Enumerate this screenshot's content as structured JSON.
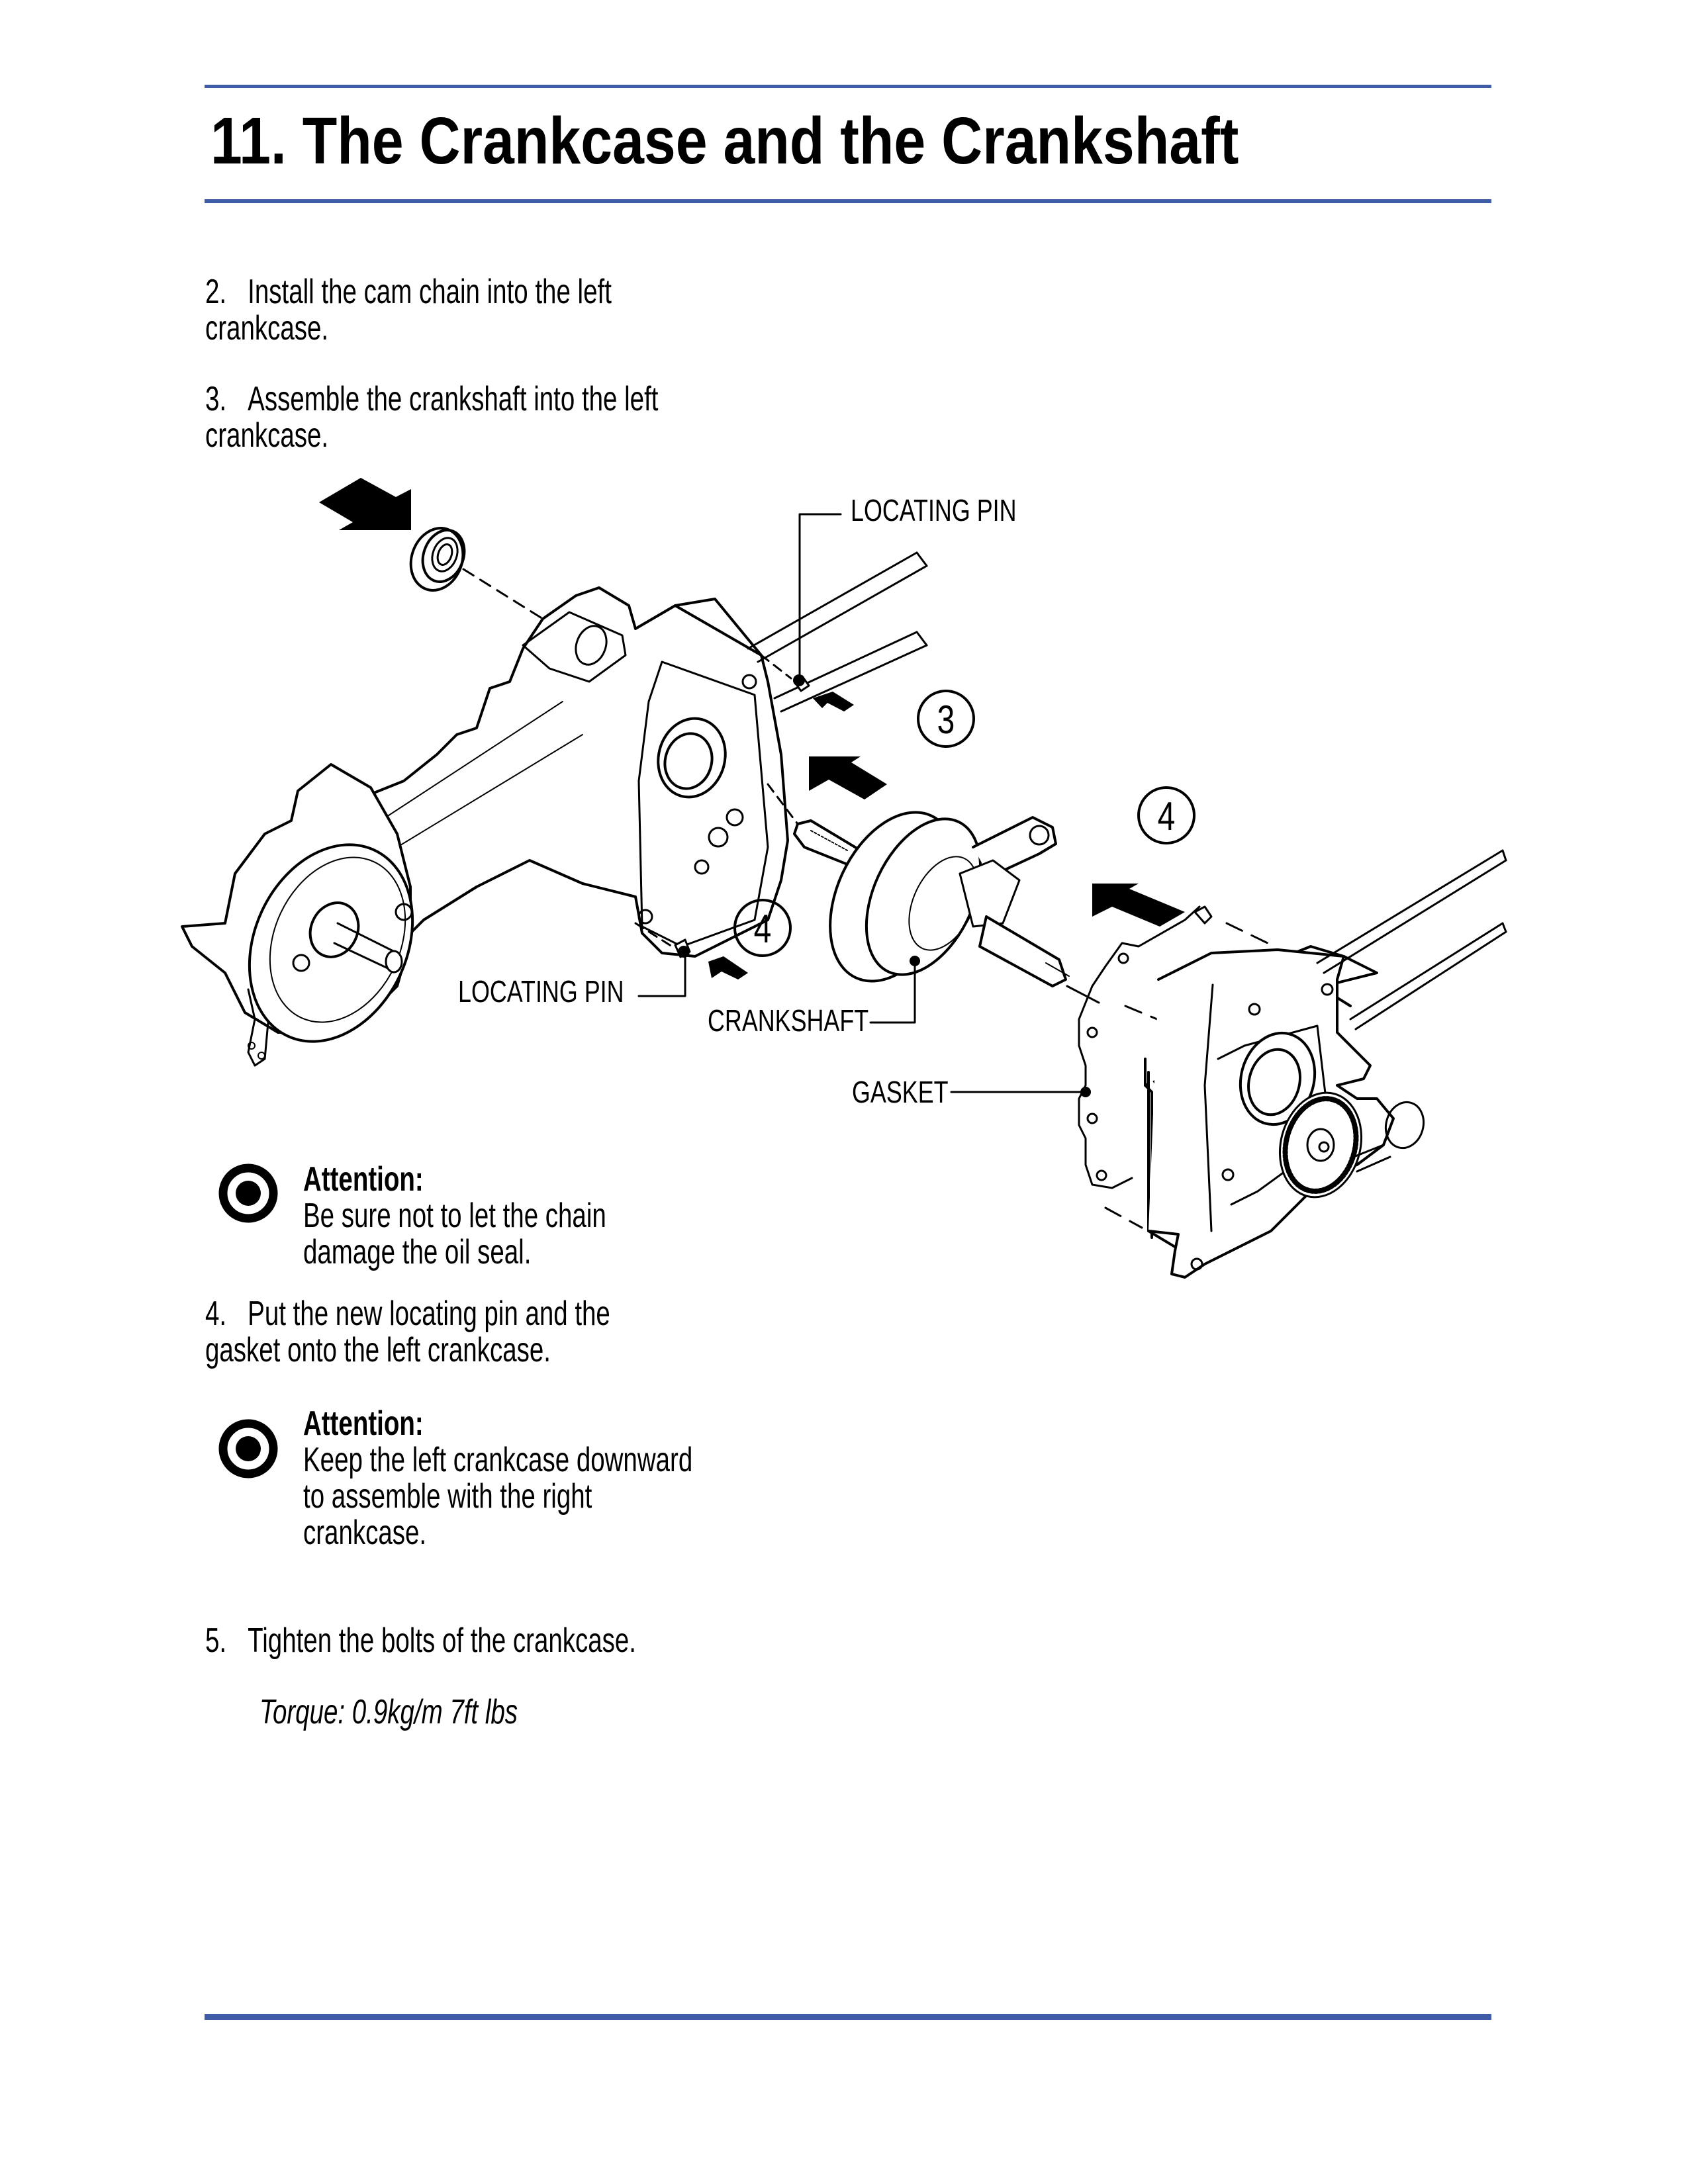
{
  "page": {
    "title": "11. The Crankcase and the Crankshaft",
    "accent_color": "#3f5da6"
  },
  "steps": [
    {
      "number": "2.",
      "lines": [
        "Install the cam chain into the left",
        "crankcase."
      ]
    },
    {
      "number": "3.",
      "lines": [
        "Assemble the crankshaft into the left",
        "crankcase."
      ]
    },
    {
      "number": "4.",
      "lines": [
        "Put the new locating pin and the",
        "gasket onto the left crankcase."
      ]
    },
    {
      "number": "5.",
      "lines": [
        "Tighten the bolts of the crankcase."
      ]
    }
  ],
  "attentions": [
    {
      "icon": "attention-target-icon",
      "heading": "Attention:",
      "lines": [
        "Be sure not to let the chain",
        "damage the oil seal."
      ]
    },
    {
      "icon": "attention-target-icon",
      "heading": "Attention:",
      "lines": [
        "Keep the left crankcase downward",
        "to assemble with the right",
        "crankcase."
      ]
    }
  ],
  "torque": "Torque: 0.9kg/m 7ft lbs",
  "diagram": {
    "labels": {
      "locating_pin_top": "LOCATING PIN",
      "locating_pin_bottom": "LOCATING PIN",
      "crankshaft": "CRANKSHAFT",
      "gasket": "GASKET"
    },
    "callouts": {
      "step3": "3",
      "step4_middle": "4",
      "step4_right": "4"
    }
  }
}
